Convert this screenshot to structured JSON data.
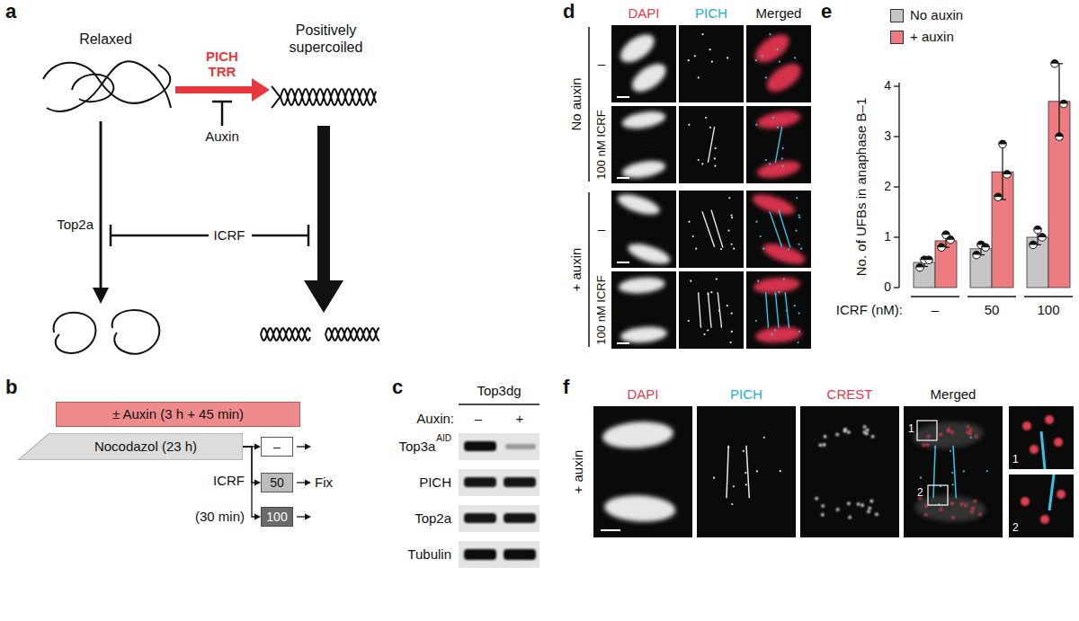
{
  "diagram": {
    "nodes": [
      {
        "text": [
          "Relaxed"
        ]
      },
      {
        "text": [
          "Positively supercoiled"
        ]
      },
      {
        "text": [
          "± Auxin (3 h + 45 min)"
        ]
      },
      {
        "text": [
          "Nocodazol (23 h)"
        ]
      },
      {
        "text": [
          "–"
        ]
      },
      {
        "text": [
          "50"
        ]
      },
      {
        "text": [
          "100"
        ]
      }
    ],
    "edges": [
      {
        "from": 0,
        "to": 1,
        "arrow": "to",
        "label": "PICH TRR"
      },
      {
        "from": 3,
        "to": 4,
        "arrow": "to"
      },
      {
        "from": 3,
        "to": 5,
        "arrow": "to"
      },
      {
        "from": 3,
        "to": 6,
        "arrow": "to"
      }
    ],
    "labels": [
      "a",
      "Auxin",
      "Top2a",
      "ICRF",
      "b",
      "ICRF",
      "(30 min)",
      "Fix",
      "c",
      "Top3dg",
      "Auxin:",
      "–",
      "+",
      "Top3a",
      "AID",
      "PICH",
      "Top2a",
      "Tubulin",
      "d",
      "DAPI",
      "PICH",
      "Merged",
      "No auxin",
      "–",
      "100 nM ICRF",
      "+ auxin",
      "–",
      "100 nM ICRF",
      "e",
      "No. of UFBs in anaphase B–1",
      "0",
      "1",
      "2",
      "3",
      "4",
      "ICRF (nM):",
      "–",
      "50",
      "100",
      "f",
      "DAPI",
      "PICH",
      "CREST",
      "Merged",
      "+ auxin",
      "1",
      "2",
      "1",
      "2"
    ],
    "legend": [
      {
        "text": "No auxin",
        "color": "#c6c6c6"
      },
      {
        "text": "+ auxin",
        "color": "#ec7c7f"
      }
    ]
  }
}
